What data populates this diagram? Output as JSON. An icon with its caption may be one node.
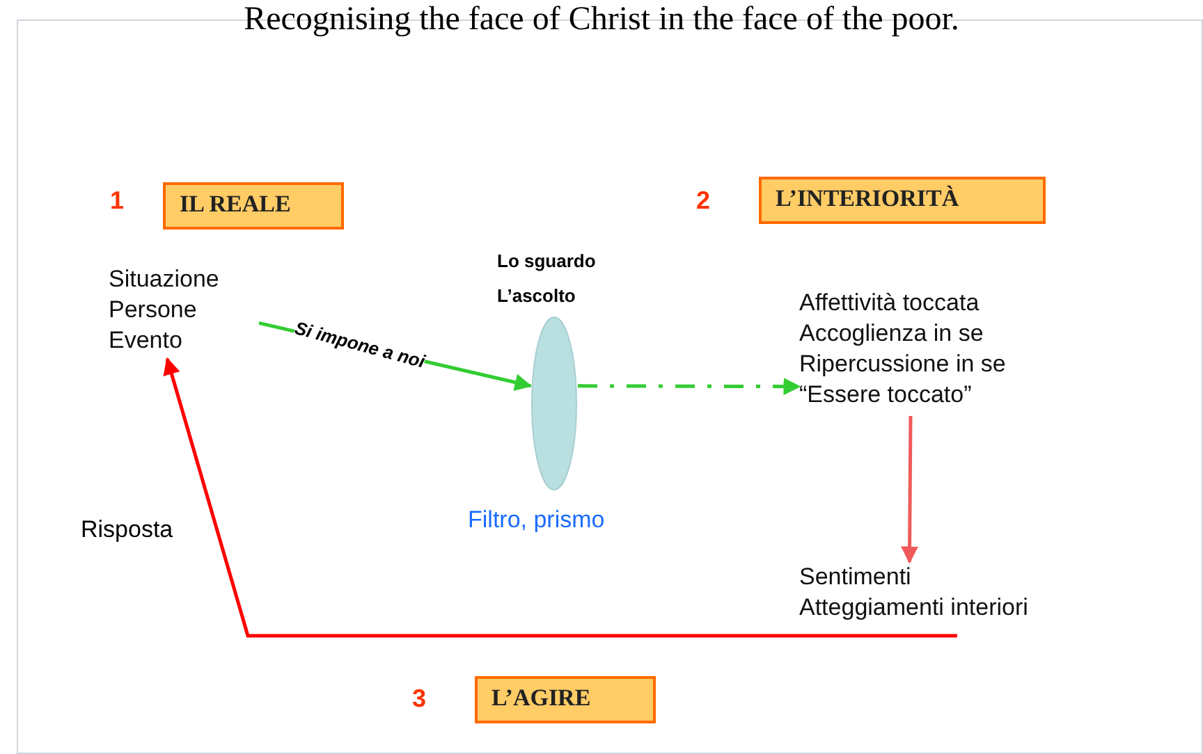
{
  "diagram": {
    "title": "Recognising the face of Christ in the face of the poor.",
    "nodes": [
      {
        "text": [
          "IL REALE"
        ],
        "beside": [
          "1"
        ]
      },
      {
        "text": [
          "L’INTERIORITÀ"
        ],
        "beside": [
          "2"
        ]
      },
      {
        "text": [
          "Situazione Persone Evento"
        ]
      },
      {
        "text": [],
        "shape": "ellipse",
        "beside": [
          "Lo sguardo",
          "L’ascolto",
          "Filtro, prismo"
        ]
      },
      {
        "text": [
          "Affettività toccata Accoglienza in se Ripercussione in se “Essere toccato”"
        ]
      },
      {
        "text": [
          "Sentimenti Atteggiamenti interiori"
        ]
      },
      {
        "text": [
          "L’AGIRE"
        ],
        "beside": [
          "3"
        ]
      }
    ],
    "edges": [
      {
        "from": 2,
        "to": 3,
        "arrow": "to",
        "label": "Si impone a noi",
        "color": "#33cc33"
      },
      {
        "from": 3,
        "to": 4,
        "arrow": "to",
        "style": "dashed",
        "color": "#33cc33"
      },
      {
        "from": 4,
        "to": 5,
        "arrow": "to",
        "color": "#f05a5a"
      },
      {
        "from": 5,
        "to": 2,
        "arrow": "to",
        "label": "Risposta",
        "color": "#ff0000"
      }
    ]
  }
}
